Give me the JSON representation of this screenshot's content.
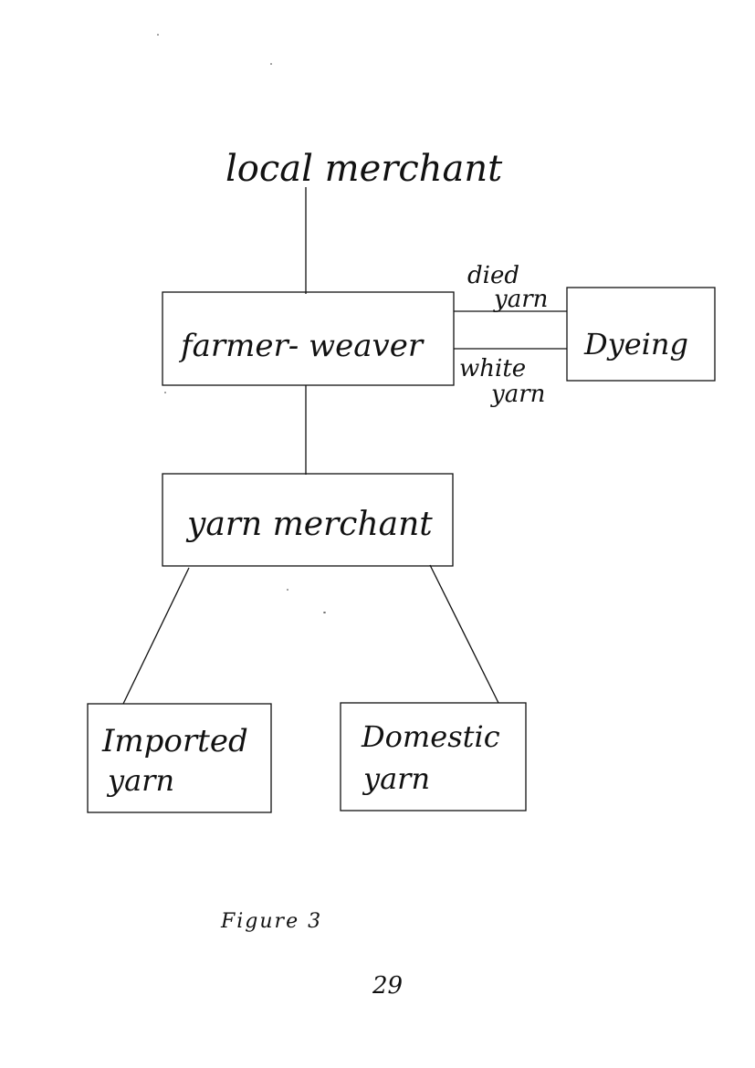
{
  "diagram": {
    "nodes": {
      "local_merchant": "local merchant",
      "farmer_weaver": "farmer- weaver",
      "dyeing": "Dyeing",
      "yarn_merchant": "yarn merchant",
      "imported_yarn": [
        "Imported",
        "yarn"
      ],
      "domestic_yarn": [
        "Domestic",
        "yarn"
      ]
    },
    "edges": {
      "died_yarn": [
        "died",
        "yarn"
      ],
      "white_yarn": [
        "white",
        "yarn"
      ]
    }
  },
  "caption": "Figure 3",
  "page_number": "29",
  "colors": {
    "ink": "#111111",
    "paper": "#ffffff"
  }
}
